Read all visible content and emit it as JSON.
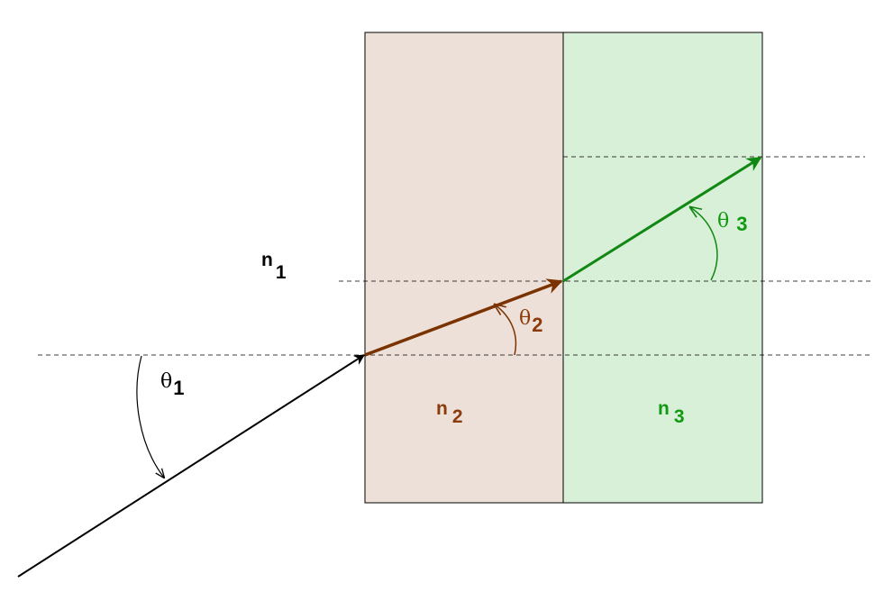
{
  "labels": {
    "n1": {
      "base": "n",
      "sub": "1"
    },
    "n2": {
      "base": "n",
      "sub": "2"
    },
    "n3": {
      "base": "n",
      "sub": "3"
    },
    "theta1": {
      "base": "θ",
      "sub": "1"
    },
    "theta2": {
      "base": "θ",
      "sub": "2"
    },
    "theta3": {
      "base": "θ",
      "sub": "3"
    }
  },
  "colors": {
    "medium2_fill": "#ede0d9",
    "medium3_fill": "#d8efd8",
    "ray1": "#000000",
    "ray2": "#7a3300",
    "ray3": "#118811",
    "label2": "#8b3a0a",
    "label3": "#119911"
  }
}
